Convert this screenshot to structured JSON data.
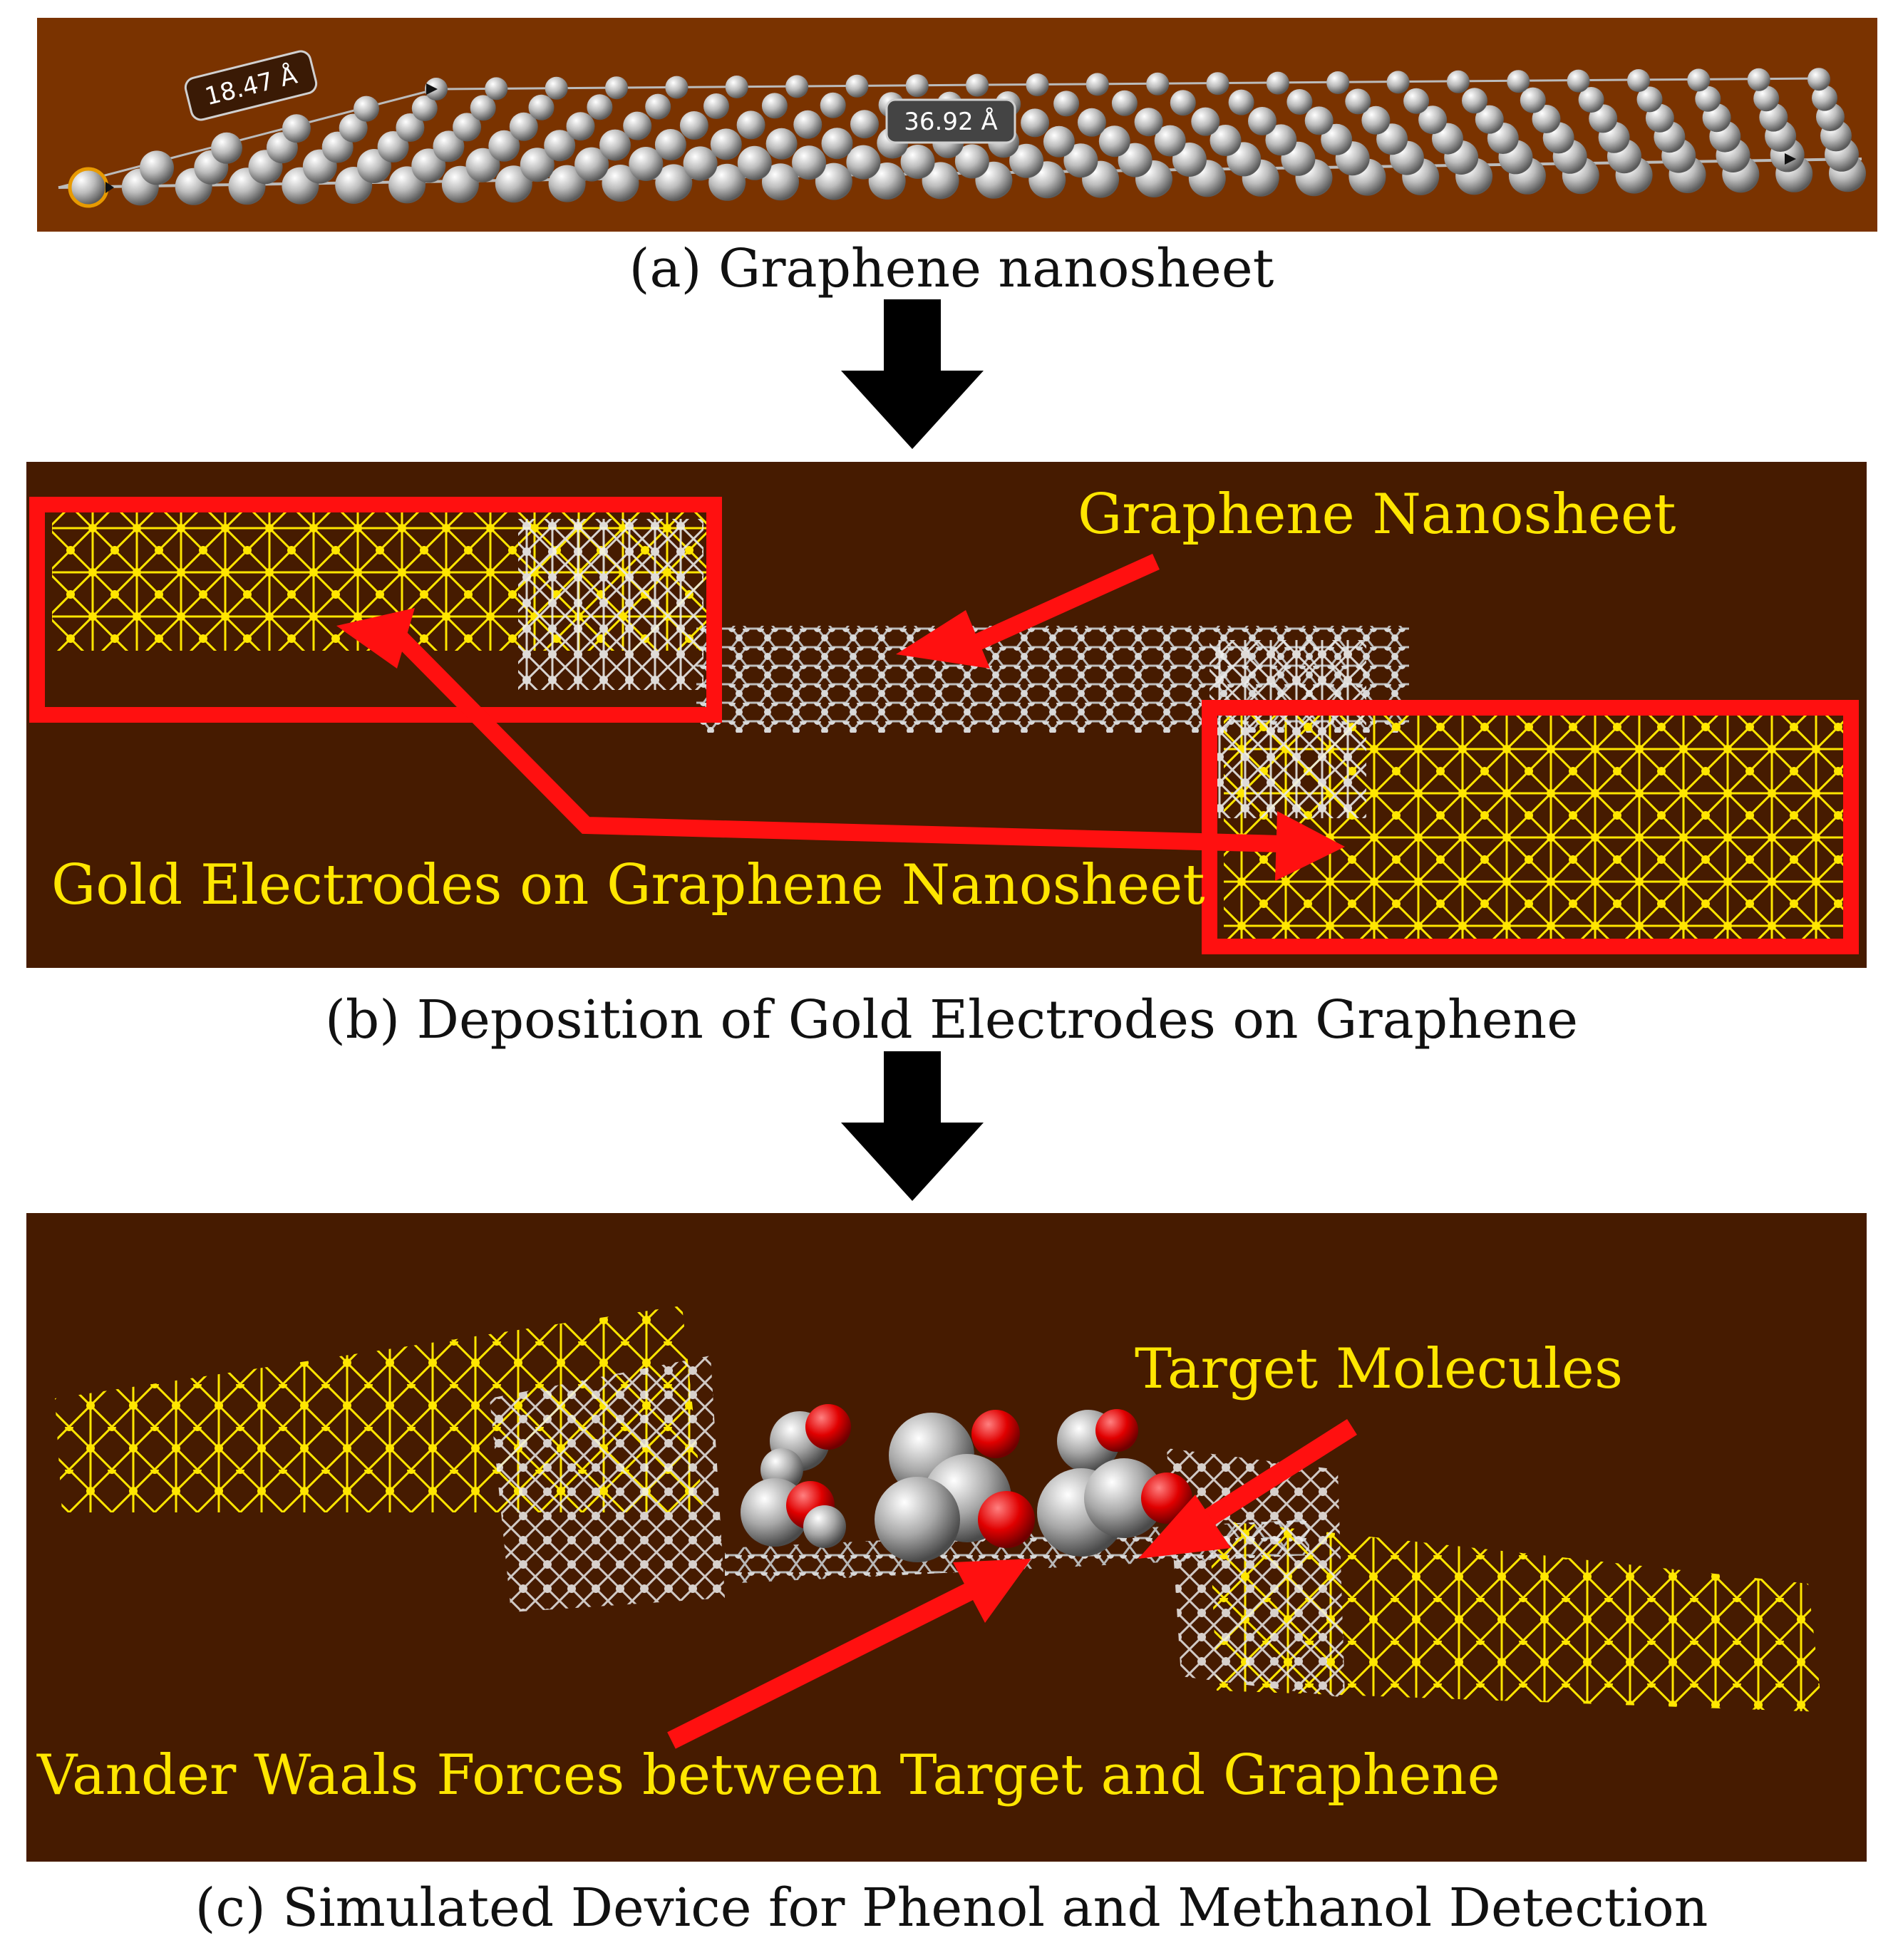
{
  "panel_a": {
    "caption": "(a) Graphene nanosheet",
    "dimension_1": "18.47 Å",
    "dimension_2": "36.92 Å"
  },
  "panel_b": {
    "caption": "(b) Deposition of Gold Electrodes on Graphene",
    "label_graphene": "Graphene Nanosheet",
    "label_electrodes": "Gold Electrodes on Graphene Nanosheet"
  },
  "panel_c": {
    "caption": "(c) Simulated Device for Phenol and Methanol Detection",
    "label_target": "Target Molecules",
    "label_forces": "Vander Waals Forces between Target and Graphene"
  },
  "colors": {
    "background_dark": "#461b00",
    "background_light": "#7a3300",
    "gold": "#ffe600",
    "highlight_red": "#ff1010",
    "carbon_gray": "#b5b5b5",
    "oxygen_red": "#e00000",
    "arrow_black": "#000000"
  }
}
